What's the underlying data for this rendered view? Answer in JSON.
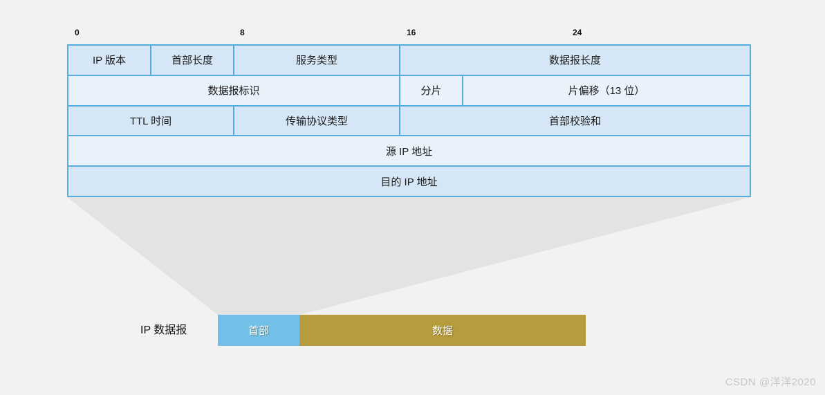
{
  "page": {
    "background_color": "#f2f2f2",
    "funnel_color": "#e3e3e3",
    "watermark": "CSDN @洋洋2020"
  },
  "bit_scale": {
    "labels": [
      "0",
      "8",
      "16",
      "24"
    ]
  },
  "header_table": {
    "border_color": "#56aedc",
    "row_fill_odd": "#d5e7f6",
    "row_fill_even": "#e9f1fa",
    "rows": [
      {
        "cells": [
          {
            "label": "IP 版本",
            "bits": 4
          },
          {
            "label": "首部长度",
            "bits": 4
          },
          {
            "label": "服务类型",
            "bits": 8
          },
          {
            "label": "数据报长度",
            "bits": 16
          }
        ]
      },
      {
        "cells": [
          {
            "label": "数据报标识",
            "bits": 16
          },
          {
            "label": "分片",
            "bits": 3
          },
          {
            "label": "片偏移（13 位）",
            "bits": 13
          }
        ]
      },
      {
        "cells": [
          {
            "label": "TTL 时间",
            "bits": 8
          },
          {
            "label": "传输协议类型",
            "bits": 8
          },
          {
            "label": "首部校验和",
            "bits": 16
          }
        ]
      },
      {
        "cells": [
          {
            "label": "源 IP 地址",
            "bits": 32
          }
        ]
      },
      {
        "cells": [
          {
            "label": "目的 IP 地址",
            "bits": 32
          }
        ]
      }
    ]
  },
  "datagram": {
    "label": "IP 数据报",
    "segments": [
      {
        "label": "首部",
        "color": "#72bfe8"
      },
      {
        "label": "数据",
        "color": "#b69c3d"
      }
    ]
  }
}
